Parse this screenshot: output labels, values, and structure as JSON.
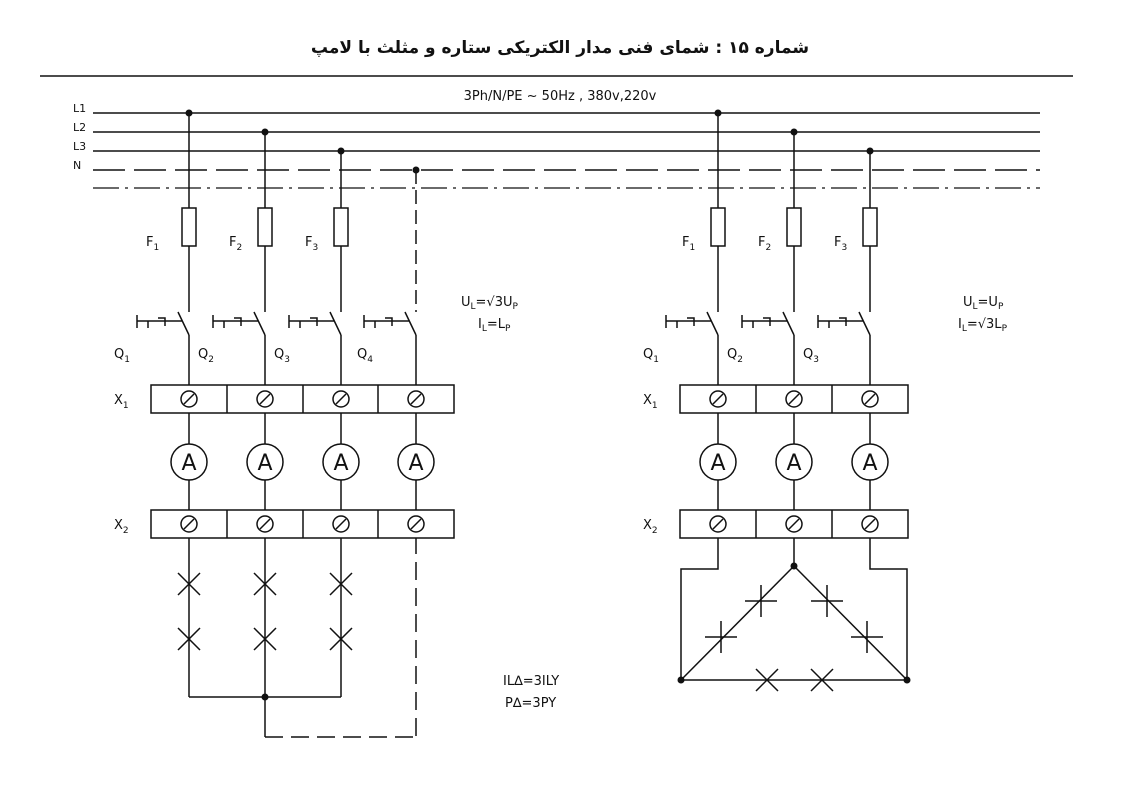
{
  "title": "شماره ۱۵ : شمای فنی مدار الکتریکی ستاره و مثلث با لامپ",
  "supply": "3Ph/N/PE ~ 50Hz , 380v,220v",
  "bus_labels": [
    "L1",
    "L2",
    "L3",
    "N"
  ],
  "fuses": [
    {
      "main": "F",
      "sub": "1"
    },
    {
      "main": "F",
      "sub": "2"
    },
    {
      "main": "F",
      "sub": "3"
    }
  ],
  "switches": [
    {
      "main": "Q",
      "sub": "1"
    },
    {
      "main": "Q",
      "sub": "2"
    },
    {
      "main": "Q",
      "sub": "3"
    },
    {
      "main": "Q",
      "sub": "4"
    }
  ],
  "terminals": [
    {
      "main": "X",
      "sub": "1"
    },
    {
      "main": "X",
      "sub": "2"
    }
  ],
  "ammeter_symbol": "A",
  "star_formulas": {
    "f1": {
      "a": "U",
      "asub": "L",
      "b": "=√3U",
      "bsub": "P"
    },
    "f2": {
      "a": "I",
      "asub": "L",
      "b": "=L",
      "bsub": "P"
    }
  },
  "delta_formulas": {
    "f1": {
      "a": "U",
      "asub": "L",
      "b": "=U",
      "bsub": "P"
    },
    "f2": {
      "a": "I",
      "asub": "L",
      "b": "=√3L",
      "bsub": "P"
    }
  },
  "bottom_formulas": [
    "IL∆=3ILY",
    "P∆=3PY"
  ]
}
